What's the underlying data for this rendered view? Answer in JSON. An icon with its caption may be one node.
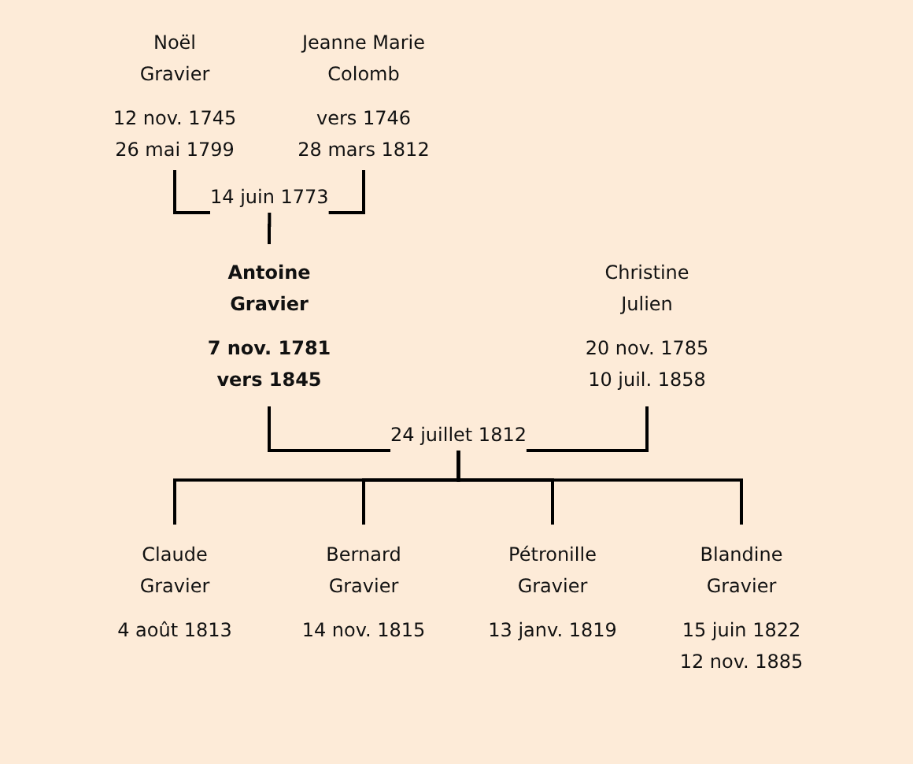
{
  "diagram": {
    "nodes": [
      {
        "text": [
          "Noël Gravier",
          "12 nov. 1745",
          "26 mai 1799"
        ]
      },
      {
        "text": [
          "Jeanne Marie Colomb",
          "vers 1746",
          "28 mars 1812"
        ]
      },
      {
        "text": [
          "14 juin 1773"
        ]
      },
      {
        "text": [
          "Antoine Gravier",
          "7 nov. 1781",
          "vers 1845"
        ]
      },
      {
        "text": [
          "Christine Julien",
          "20 nov. 1785",
          "10 juil. 1858"
        ]
      },
      {
        "text": [
          "24 juillet 1812"
        ]
      },
      {
        "text": [
          "Claude Gravier",
          "4 août 1813"
        ]
      },
      {
        "text": [
          "Bernard Gravier",
          "14 nov. 1815"
        ]
      },
      {
        "text": [
          "Pétronille Gravier",
          "13 janv. 1819"
        ]
      },
      {
        "text": [
          "Blandine Gravier",
          "15 juin 1822",
          "12 nov. 1885"
        ]
      }
    ],
    "edges": [
      {
        "from": 0,
        "to": 2,
        "arrow": "none"
      },
      {
        "from": 1,
        "to": 2,
        "arrow": "none"
      },
      {
        "from": 2,
        "to": 3,
        "arrow": "none"
      },
      {
        "from": 3,
        "to": 5,
        "arrow": "none"
      },
      {
        "from": 4,
        "to": 5,
        "arrow": "none"
      },
      {
        "from": 5,
        "to": 6,
        "arrow": "none"
      },
      {
        "from": 5,
        "to": 7,
        "arrow": "none"
      },
      {
        "from": 5,
        "to": 8,
        "arrow": "none"
      },
      {
        "from": 5,
        "to": 9,
        "arrow": "none"
      }
    ]
  }
}
